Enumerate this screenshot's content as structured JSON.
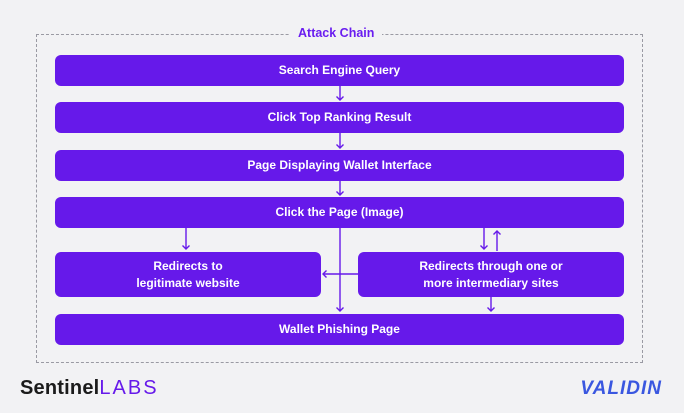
{
  "diagram": {
    "frame_title": "Attack Chain",
    "steps": {
      "search": "Search Engine Query",
      "click_top": "Click Top Ranking Result",
      "wallet_page": "Page Displaying Wallet Interface",
      "click_page": "Click the Page (Image)",
      "legit": [
        "Redirects to",
        "legitimate website"
      ],
      "intermediary": [
        "Redirects through one or",
        "more intermediary sites"
      ],
      "phishing": "Wallet Phishing Page"
    },
    "colors": {
      "box": "#6619ea",
      "arrow": "#6619ea",
      "frame": "#9a9aa3"
    }
  },
  "footer": {
    "left_brand_bold": "Sentinel",
    "left_brand_light": "LABS",
    "right_brand": "VALIDIN"
  }
}
